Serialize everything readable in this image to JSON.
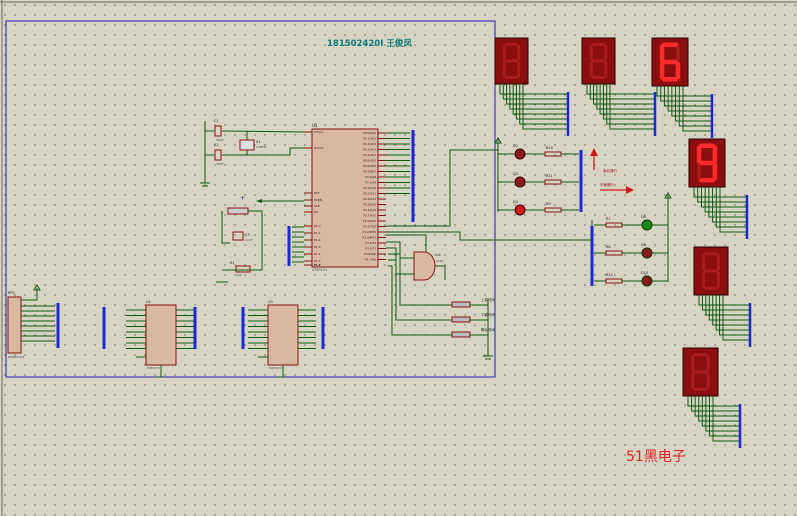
{
  "project_title": "181502420I 王俊凤",
  "watermark": "51黑电子",
  "colors": {
    "background": "#d8d4c4",
    "frame": "#1f1fb0",
    "wire": "#0c5a0c",
    "body_fill": "#d8b8a0",
    "body_stroke": "#8a1010",
    "display_bg": "#8a0e0e",
    "seg_off": "#b02020",
    "seg_on": "#ff2a2a",
    "bus": "#1a2ad0",
    "watermark": "#e02020"
  },
  "displays": [
    {
      "id": "d1",
      "digit": ""
    },
    {
      "id": "d2",
      "digit": ""
    },
    {
      "id": "d3",
      "digit": "6"
    },
    {
      "id": "d4",
      "digit": "9"
    },
    {
      "id": "d5",
      "digit": ""
    },
    {
      "id": "d6",
      "digit": ""
    }
  ],
  "components": {
    "mcu": {
      "ref": "U1",
      "part": "AT89C51",
      "left_pins": [
        "XTAL1",
        "XTAL2",
        "RST",
        "PSEN",
        "ALE",
        "EA",
        "P1.0",
        "P1.1",
        "P1.2",
        "P1.3",
        "P1.4",
        "P1.5",
        "P1.6",
        "P1.7"
      ],
      "right_pins": [
        "P0.0/AD0",
        "P0.1/AD1",
        "P0.2/AD2",
        "P0.3/AD3",
        "P0.4/AD4",
        "P0.5/AD5",
        "P0.6/AD6",
        "P0.7/AD7",
        "P2.0/A8",
        "P2.1/A9",
        "P2.2/A10",
        "P2.3/A11",
        "P2.4/A12",
        "P2.5/A13",
        "P2.6/A14",
        "P2.7/A15",
        "P3.0/RXD",
        "P3.1/TXD",
        "P3.2/INT0",
        "P3.3/INT1",
        "P3.4/T0",
        "P3.5/T1",
        "P3.6/WR",
        "P3.7/RD"
      ]
    },
    "u2": {
      "ref": "U2",
      "part": "74HC573"
    },
    "u3": {
      "ref": "U3",
      "part": "74HC573"
    },
    "u4": {
      "ref": "U4",
      "part": "4081"
    },
    "rp2": {
      "ref": "RP2",
      "part": "RESPACK-8"
    },
    "c1": {
      "ref": "C1",
      "value": "30pF"
    },
    "c2": {
      "ref": "C2",
      "value": "30pF"
    },
    "c3": {
      "ref": "C3",
      "value": "10uF"
    },
    "x1": {
      "ref": "X1",
      "value": "12MHz"
    },
    "r1": {
      "ref": "R1",
      "value": "10k"
    },
    "leds_left": [
      "D2",
      "D3",
      "D4"
    ],
    "res_left": [
      "R10",
      "R11",
      "R9"
    ],
    "leds_right": [
      "D8",
      "D9",
      "D10"
    ],
    "res_right": [
      "R7",
      "R8",
      "R12"
    ],
    "buttons": [
      "上调时间",
      "下调时间",
      "确认时间"
    ],
    "arrow_up_label": "南北通行",
    "arrow_right_label": "东西通行"
  }
}
